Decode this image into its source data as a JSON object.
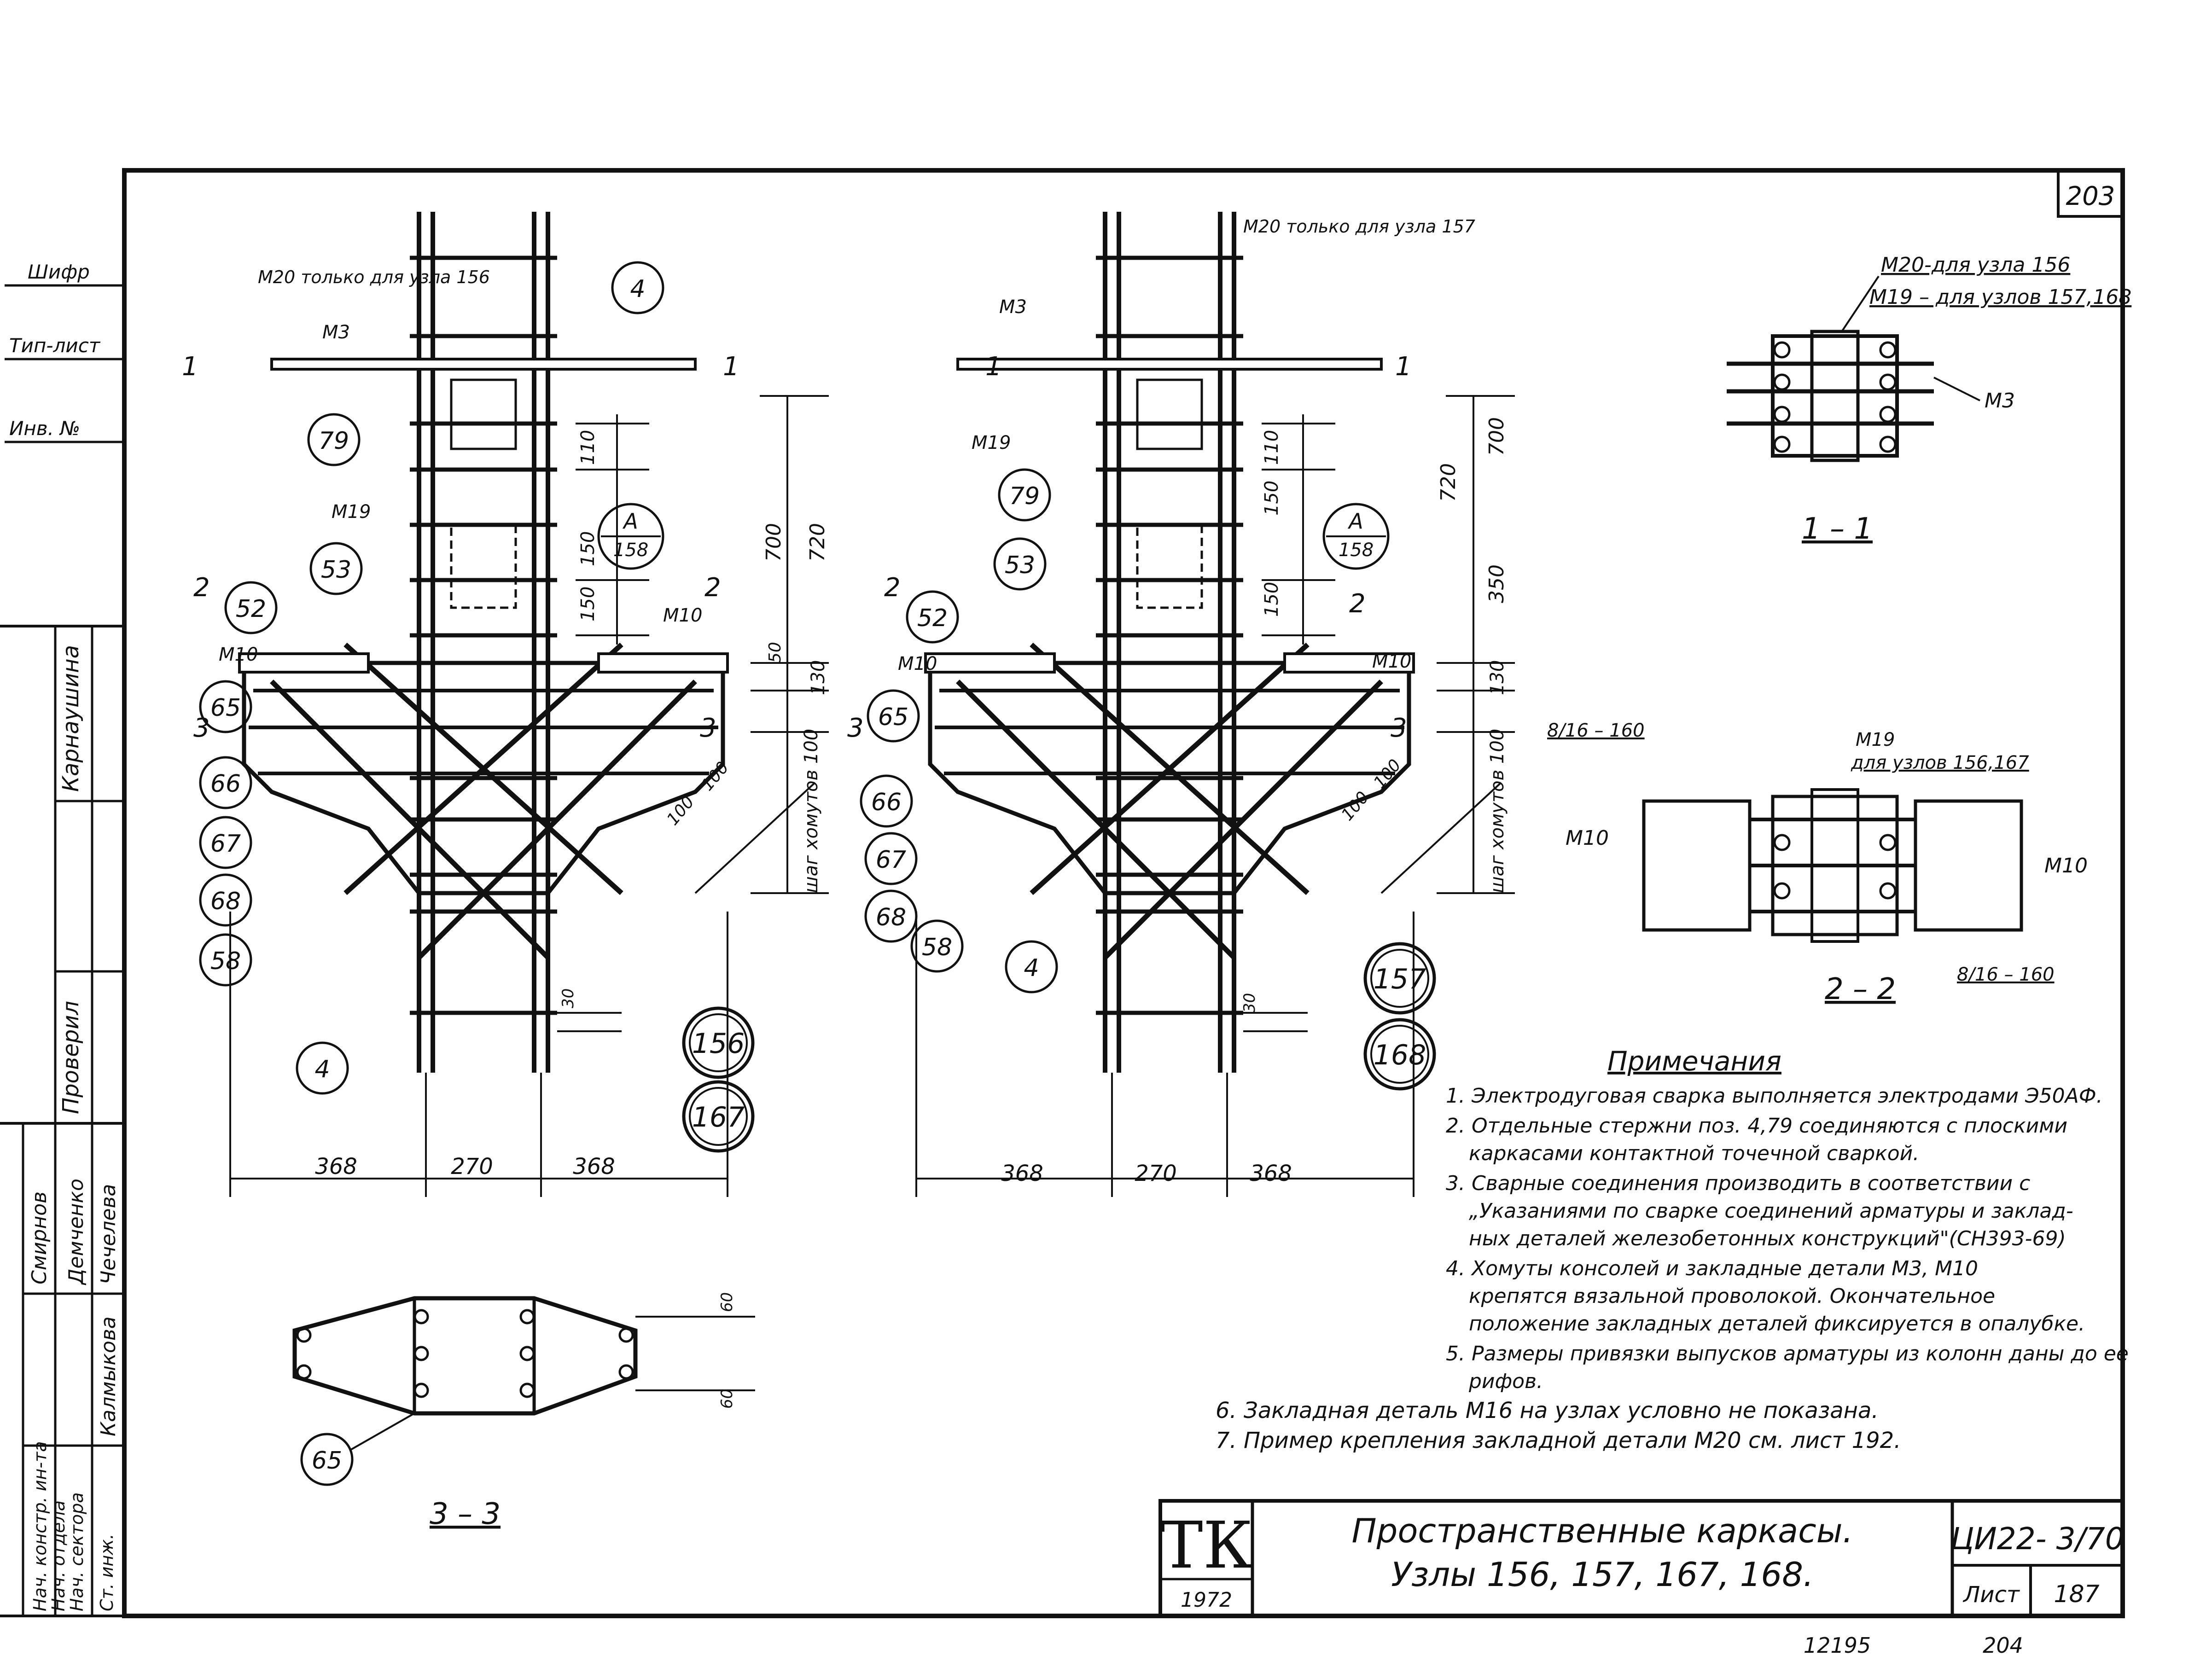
{
  "sheet": {
    "page_number": "203",
    "bottom_numbers": [
      "12195",
      "204"
    ]
  },
  "side_stamp": {
    "row_labels": [
      "Нач. констр. ин-та",
      "Нач. отдела",
      "Нач. сектора",
      "Ст. инж."
    ],
    "signatures": [
      "Смирнов",
      "Демченко",
      "Чечелева",
      "Калмыкова"
    ],
    "check_labels": [
      "Проверил",
      "Карнаушина"
    ],
    "top_fields": [
      "Шифр",
      "Тип-лист",
      "Инв. №"
    ]
  },
  "left_node": {
    "labels": {
      "m20": "М20 только для узла 156",
      "m3": "М3",
      "m19": "М19",
      "m10_left": "М10",
      "m10_right": "М10",
      "detail": "А",
      "detail_sheet": "158",
      "step": "шаг хомутов 100",
      "section_1": "1",
      "section_2": "2",
      "section_3": "3"
    },
    "callouts": [
      "4",
      "79",
      "53",
      "52",
      "65",
      "66",
      "67",
      "68",
      "58",
      "4"
    ],
    "node_marks": [
      "156",
      "167"
    ],
    "dims": {
      "bottom": [
        "368",
        "270",
        "368"
      ],
      "vertical": [
        "110",
        "150",
        "150",
        "700",
        "720",
        "50",
        "130"
      ],
      "diag": [
        "100",
        "100"
      ],
      "small": "30"
    }
  },
  "right_node": {
    "labels": {
      "m20": "М20 только для узла 157",
      "m3": "М3",
      "m19": "М19",
      "m10_left": "М10",
      "m10_right": "М10",
      "detail": "А",
      "detail_sheet": "158",
      "step": "шаг хомутов 100",
      "section_1": "1",
      "section_2": "2",
      "section_3": "3"
    },
    "callouts": [
      "79",
      "53",
      "52",
      "65",
      "66",
      "67",
      "68",
      "58",
      "4"
    ],
    "node_marks": [
      "157",
      "168"
    ],
    "dims": {
      "bottom": [
        "368",
        "270",
        "368"
      ],
      "vertical": [
        "110",
        "150",
        "150",
        "700",
        "720",
        "350",
        "130"
      ],
      "diag": [
        "100",
        "100"
      ],
      "small": "30"
    }
  },
  "section_11": {
    "title": "1 – 1",
    "labels": [
      "М20-для узла 156",
      "М19 – для узлов 157,168",
      "М3"
    ]
  },
  "section_22": {
    "title": "2 – 2",
    "labels": [
      "М19",
      "для узлов 156,167",
      "М10",
      "М10"
    ],
    "weld_top": "8/16 – 160",
    "weld_bottom": "8/16 – 160"
  },
  "section_33": {
    "title": "3 – 3",
    "callout": "65",
    "dims": [
      "60",
      "60"
    ]
  },
  "notes": {
    "title": "Примечания",
    "items": [
      "1. Электродуговая сварка выполняется электродами Э50АФ.",
      "2. Отдельные стержни поз. 4,79 соединяются с плоскими",
      "каркасами контактной точечной сваркой.",
      "3. Сварные соединения производить в соответствии с",
      "„Указаниями по сварке соединений арматуры и заклад-",
      "ных деталей железобетонных конструкций\"(СН393-69)",
      "4. Хомуты консолей и закладные детали М3, М10",
      "крепятся вязальной проволокой. Окончательное",
      "положение закладных деталей фиксируется в опалубке.",
      "5. Размеры привязки выпусков арматуры из колонн даны до ее",
      "рифов.",
      "6. Закладная деталь М16 на узлах условно не показана.",
      "7. Пример   крепления закладной детали М20 см. лист 192."
    ]
  },
  "title_block": {
    "logo": "ТК",
    "year": "1972",
    "title_line1": "Пространственные каркасы.",
    "title_line2": "Узлы  156, 157, 167, 168.",
    "code": "ЦИ22- 3/70",
    "sheet_label": "Лист",
    "sheet_number": "187"
  }
}
